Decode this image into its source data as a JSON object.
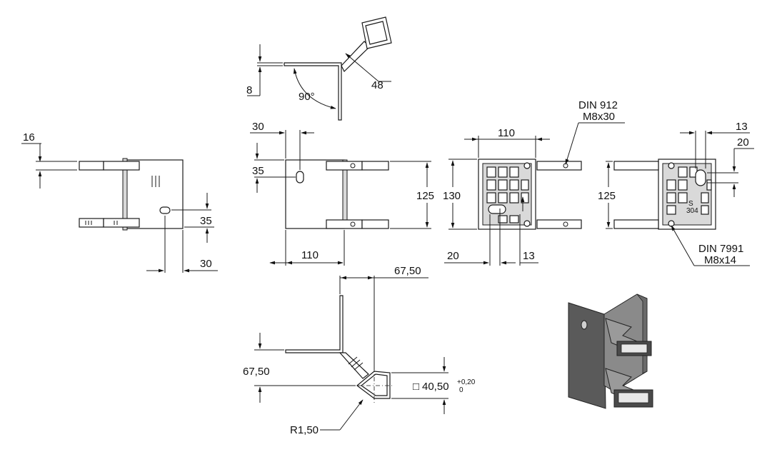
{
  "dimensions": {
    "top_thickness": "8",
    "top_width": "48",
    "top_angle": "90°",
    "left_16": "16",
    "left_35": "35",
    "left_30": "30",
    "front_30": "30",
    "front_35": "35",
    "front_125": "125",
    "front_110": "110",
    "back_110": "110",
    "back_130": "130",
    "back_20": "20",
    "back_13": "13",
    "right_13": "13",
    "right_20": "20",
    "right_125": "125",
    "bottom_67_top": "67,50",
    "bottom_67_left": "67,50",
    "bottom_square": "40,50",
    "bottom_tol_plus": "+0,20",
    "bottom_tol_zero": "0",
    "bottom_radius": "R1,50"
  },
  "callouts": {
    "din912_line1": "DIN 912",
    "din912_line2": "M8x30",
    "din7991_line1": "DIN 7991",
    "din7991_line2": "M8x14"
  },
  "marks": {
    "square_symbol": "□",
    "label_s": "S",
    "label_304": "304"
  }
}
